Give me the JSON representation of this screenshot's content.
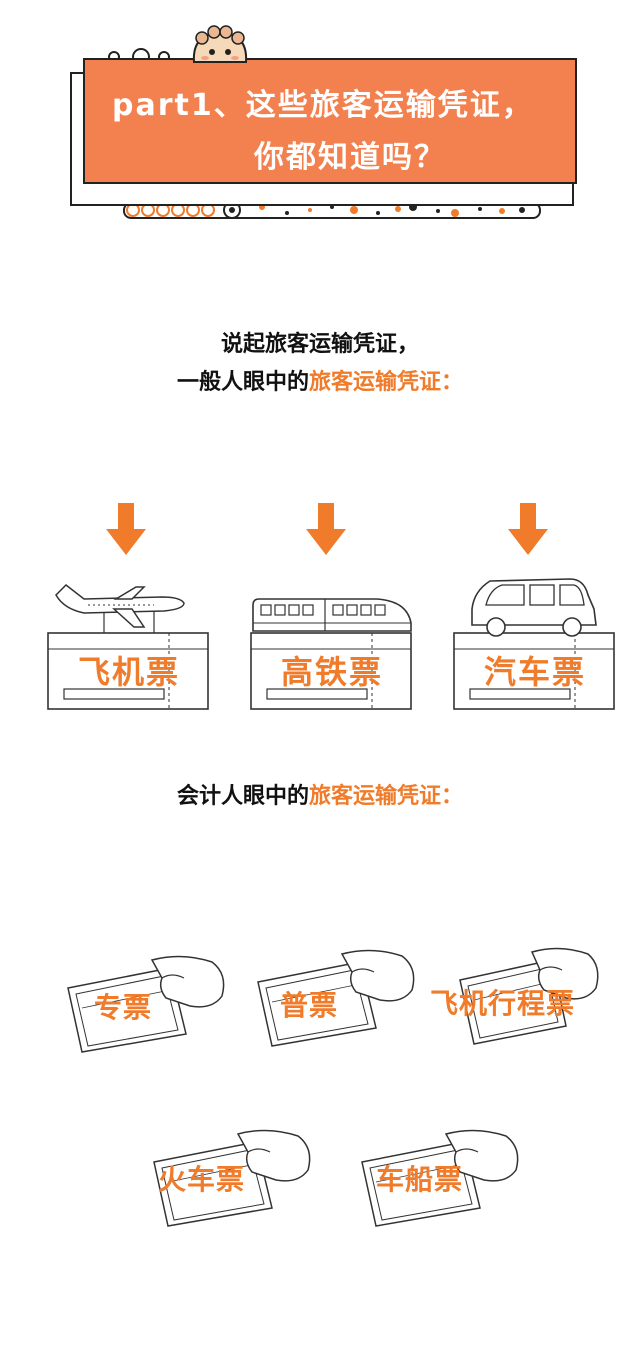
{
  "banner": {
    "line1": "part1、这些旅客运输凭证，",
    "line2": "你都知道吗？"
  },
  "intro": {
    "line1": "说起旅客运输凭证，",
    "line2_prefix": "一般人眼中的",
    "line2_highlight": "旅客运输凭证："
  },
  "public_tickets": [
    {
      "label": "飞机票",
      "icon": "airplane-icon"
    },
    {
      "label": "高铁票",
      "icon": "train-icon"
    },
    {
      "label": "汽车票",
      "icon": "car-icon"
    }
  ],
  "accountant": {
    "prefix": "会计人眼中的",
    "highlight": "旅客运输凭证："
  },
  "accountant_tickets": [
    {
      "label": "专票"
    },
    {
      "label": "普票"
    },
    {
      "label": "飞机行程票"
    },
    {
      "label": "火车票"
    },
    {
      "label": "车船票"
    }
  ],
  "colors": {
    "accent": "#f3814f",
    "highlight_text": "#f07b2a",
    "arrow": "#f07b2a",
    "ink": "#222222"
  }
}
